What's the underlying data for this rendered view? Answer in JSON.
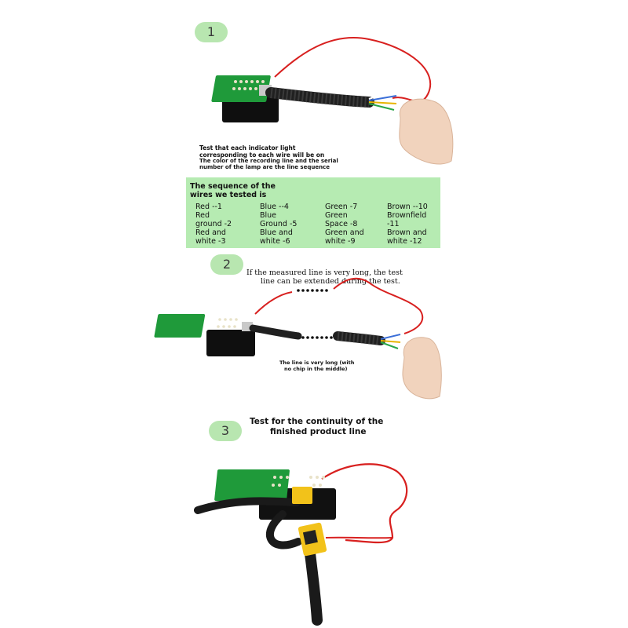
{
  "step1": {
    "badge": "1",
    "caption_line1": "Test that each indicator light",
    "caption_line2": "corresponding to each wire will be on",
    "caption_line3": "The color of the recording line and the serial",
    "caption_line4": "number of the lamp are the line sequence"
  },
  "sequence": {
    "title_line1": "The sequence of the",
    "title_line2": "wires we tested is",
    "columns": [
      [
        "Red --1",
        "Red",
        "ground -2",
        "Red and",
        "white -3"
      ],
      [
        "Blue --4",
        "Blue",
        "Ground -5",
        "Blue and",
        "white -6"
      ],
      [
        "Green -7",
        "Green",
        "Space -8",
        "Green and",
        "white -9"
      ],
      [
        "Brown --10",
        "Brownfield",
        "-11",
        "Brown and",
        "white -12"
      ]
    ]
  },
  "step2": {
    "badge": "2",
    "caption_line1": "If the measured line is very long, the test",
    "caption_line2": "line can be extended during the test.",
    "note_line1": "The line is very long (with",
    "note_line2": "no chip in the middle)"
  },
  "step3": {
    "badge": "3",
    "caption_line1": "Test for the continuity of the",
    "caption_line2": "finished product line"
  },
  "colors": {
    "badge_bg": "#b8e6b0",
    "sequence_bg": "#b6ebb2",
    "pcb": "#1f9a3a",
    "wire": "#d8201f",
    "cable": "#1a1a1a",
    "connector": "#f2c21a"
  }
}
